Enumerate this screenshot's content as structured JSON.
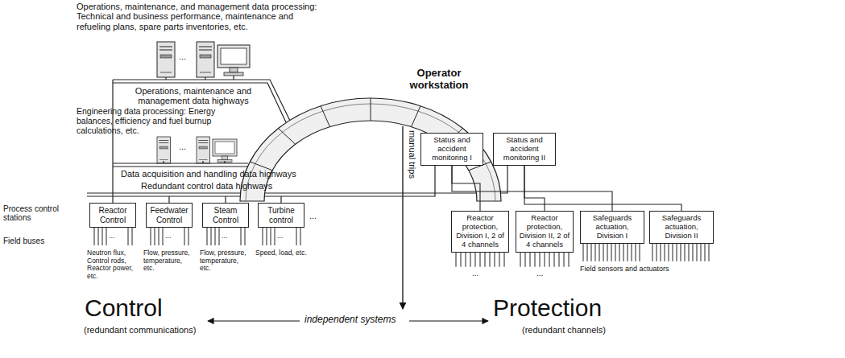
{
  "diagram": {
    "nodes": [
      {
        "text": [
          "Reactor Control"
        ]
      },
      {
        "text": [
          "Feedwater Control"
        ]
      },
      {
        "text": [
          "Steam Control"
        ]
      },
      {
        "text": [
          "Turbine control"
        ]
      },
      {
        "text": [
          "Status and accident monitoring I"
        ]
      },
      {
        "text": [
          "Status and accident monitoring II"
        ]
      },
      {
        "text": [
          "Reactor protection, Division I, 2 of 4 channels"
        ]
      },
      {
        "text": [
          "Reactor protection, Division II, 2 of 4 channels"
        ]
      },
      {
        "text": [
          "Safeguards actuation, Division I"
        ]
      },
      {
        "text": [
          "Safeguards actuation, Division II"
        ]
      }
    ],
    "edges": [
      {
        "from": 4,
        "to": 6,
        "arrow": "none"
      },
      {
        "from": 4,
        "to": 8,
        "arrow": "none"
      },
      {
        "from": 5,
        "to": 7,
        "arrow": "none"
      },
      {
        "from": 5,
        "to": 9,
        "arrow": "none"
      }
    ],
    "labels": [
      "Operations, maintenance, and management data processing: Technical and business performance, maintenance and refueling plans, spare parts inventories, etc.",
      "...",
      "Operations, maintenance and management data highways",
      "Engineering data processing: Energy balances, efficiency and fuel burnup calculations, etc.",
      "...",
      "Data acquisition and handling data highways",
      "Redundant control data highways",
      "Operator workstation",
      "manual trips",
      "Process control stations",
      "Field buses",
      "...",
      "Neutron flux, Control rods, Reactor power, etc.",
      "Flow, pressure, temperature, etc.",
      "Flow, pressure, temperature, etc.",
      "Speed, load, etc.",
      "...",
      "...",
      "Field sensors and actuators",
      "Control",
      "(redundant communications)",
      "independent systems",
      "Protection",
      "(redundant channels)",
      "...",
      "...",
      "...",
      "..."
    ]
  }
}
